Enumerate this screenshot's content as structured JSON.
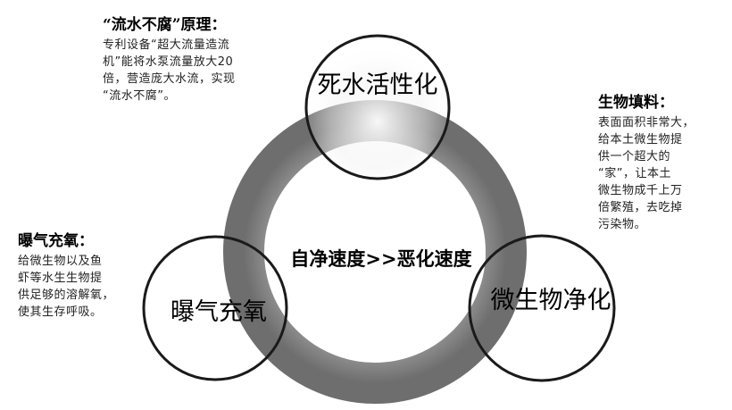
{
  "center": {
    "title": "自净速度>>恶化速度"
  },
  "nodes": [
    {
      "id": "top",
      "label": "死水活性化"
    },
    {
      "id": "bottom_left",
      "label": "曝气充氧"
    },
    {
      "id": "bottom_right",
      "label": "微生物净化"
    }
  ],
  "notes": {
    "top_left": {
      "title": "“流水不腐”原理：",
      "body": "专利设备“超大流量造流\n机”能将水泵流量放大20\n倍，营造庞大水流，实现\n“流水不腐”。"
    },
    "right": {
      "title": "生物填料：",
      "body": "表面面积非常大，\n给本土微生物提\n供一个超大的\n“家”，让本土\n微生物成千上万\n倍繁殖，去吃掉\n污染物。"
    },
    "left": {
      "title": "曝气充氧：",
      "body": "给微生物以及鱼\n虾等水生生物提\n供足够的溶解氧，\n使其生存呼吸。"
    }
  },
  "colors": {
    "ring": "#7d7d7d",
    "circle_outline": "#1a1a1a",
    "text": "#000000"
  }
}
